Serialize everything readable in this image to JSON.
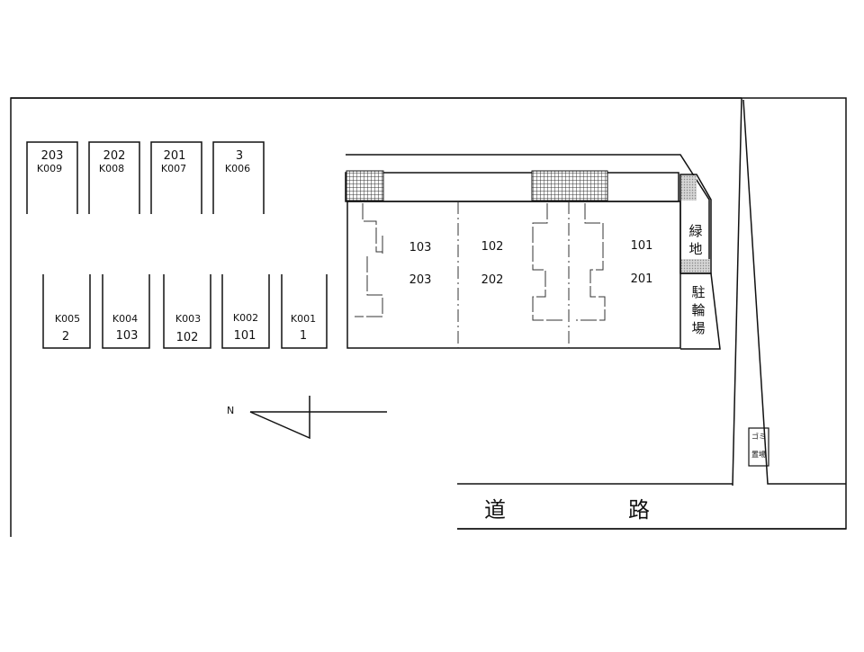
{
  "parking_rows": {
    "top": [
      {
        "unit": "203",
        "code": "K009"
      },
      {
        "unit": "202",
        "code": "K008"
      },
      {
        "unit": "201",
        "code": "K007"
      },
      {
        "unit": "3",
        "code": "K006"
      }
    ],
    "bottom": [
      {
        "code": "K005",
        "unit": "2"
      },
      {
        "code": "K004",
        "unit": "103"
      },
      {
        "code": "K003",
        "unit": "102"
      },
      {
        "code": "K002",
        "unit": "101"
      },
      {
        "code": "K001",
        "unit": "1"
      }
    ]
  },
  "building": {
    "rooms_ground": [
      "103",
      "102",
      "101"
    ],
    "rooms_upper": [
      "203",
      "202",
      "201"
    ]
  },
  "green_area_label": [
    "緑",
    "地"
  ],
  "bike_parking_label": [
    "駐",
    "輪",
    "場"
  ],
  "garbage_label": [
    "ゴミ",
    "置場"
  ],
  "compass_label": "N",
  "road_label": [
    "道",
    "路"
  ]
}
